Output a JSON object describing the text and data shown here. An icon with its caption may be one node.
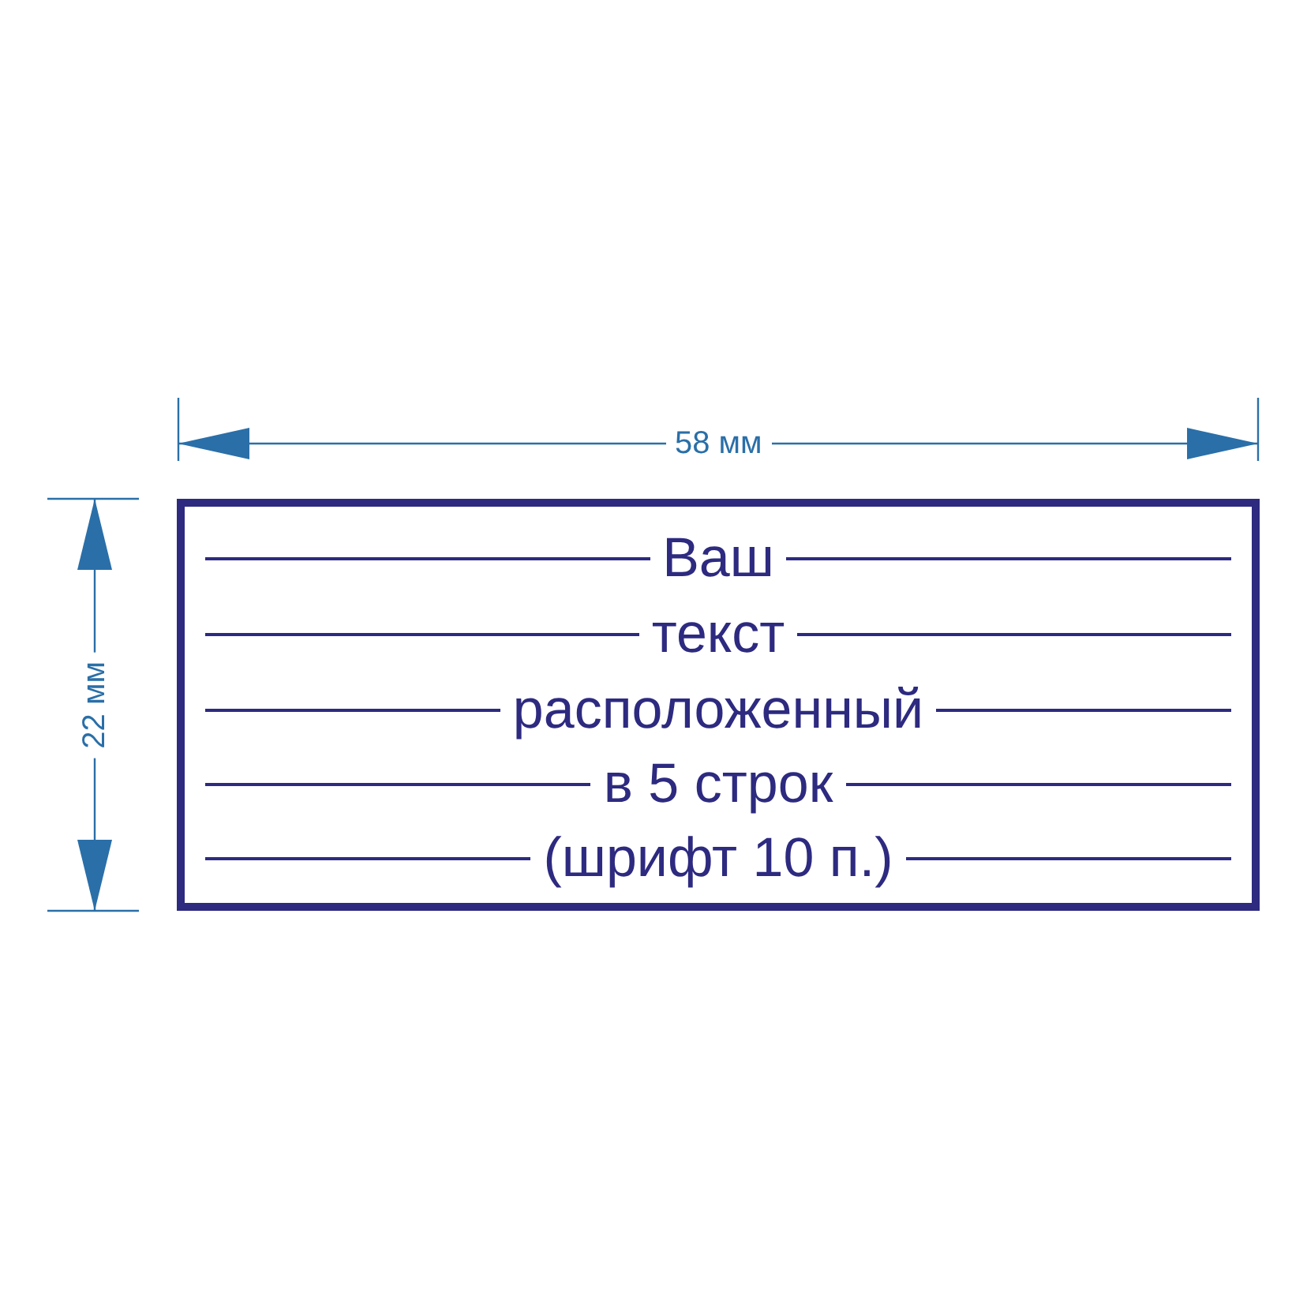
{
  "diagram": {
    "nodes": [
      {
        "text": [
          "Ваш",
          "текст",
          "расположенный",
          "в 5 строк",
          "(шрифт 10 п.)"
        ]
      }
    ],
    "labels": [
      "58 мм",
      "22 мм"
    ]
  }
}
